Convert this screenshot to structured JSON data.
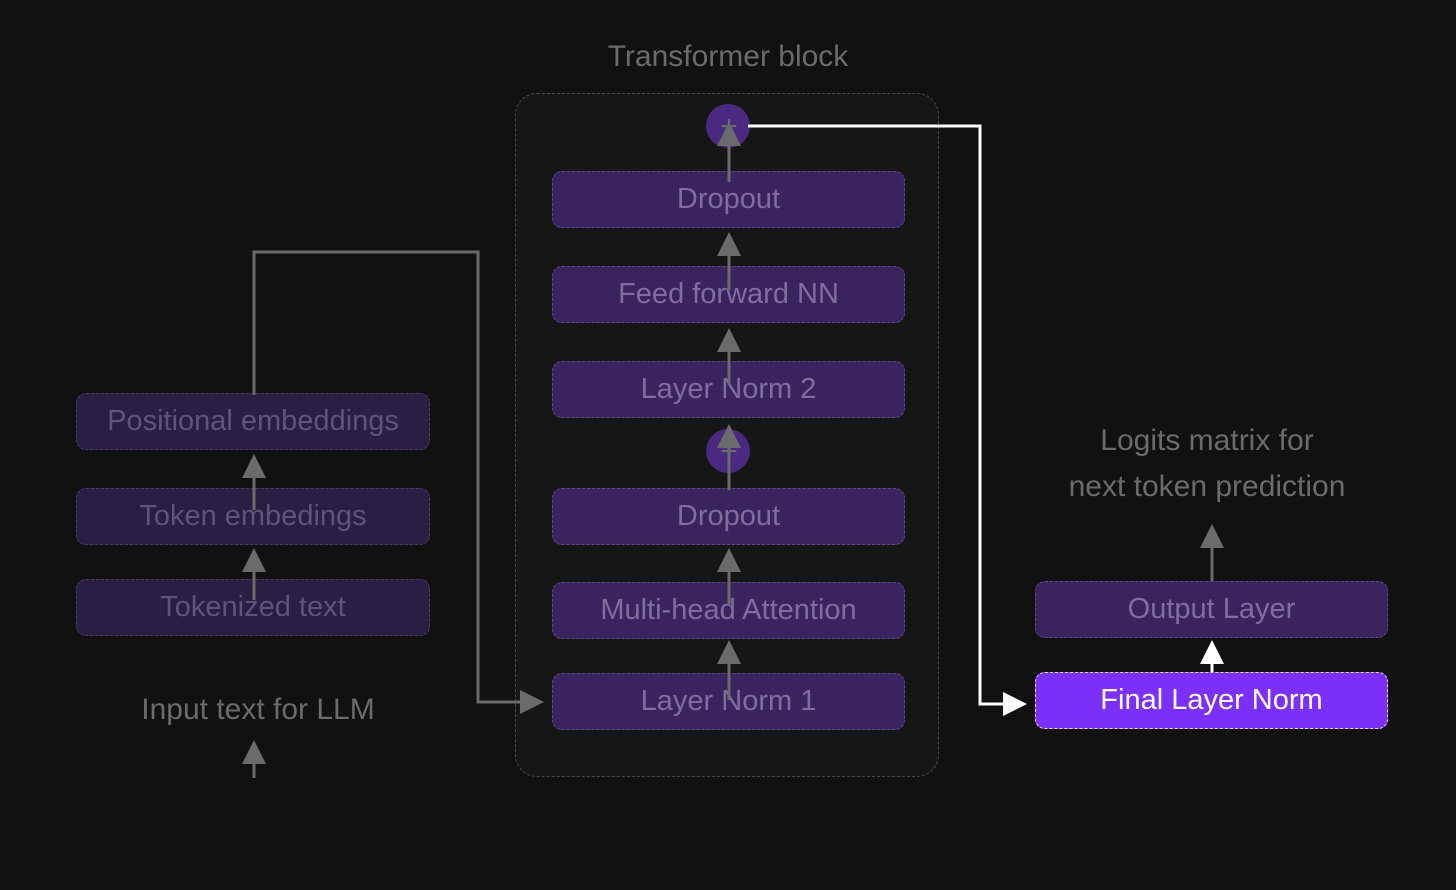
{
  "title": "Transformer block",
  "left_column": {
    "caption": "Input text for LLM",
    "boxes": [
      "Tokenized text",
      "Token embedings",
      "Positional embeddings"
    ]
  },
  "block": {
    "boxes": [
      "Layer Norm 1",
      "Multi-head Attention",
      "Dropout",
      "Layer Norm 2",
      "Feed forward NN",
      "Dropout"
    ],
    "add_node_symbol": "+"
  },
  "right_column": {
    "caption_lines": [
      "Logits matrix for",
      "next token prediction"
    ],
    "boxes": [
      "Final Layer Norm",
      "Output Layer"
    ],
    "highlighted": "Final Layer Norm"
  },
  "colors": {
    "background": "#111111",
    "box_fill": "#3a2460",
    "highlight_fill": "#7b2ff7",
    "connector": "#6b6b6b",
    "active_connector": "#ffffff"
  }
}
